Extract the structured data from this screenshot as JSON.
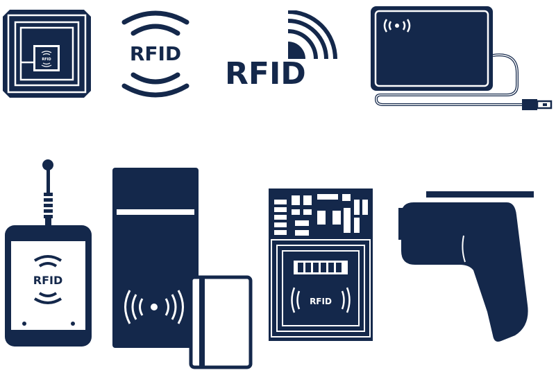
{
  "colors": {
    "navy": "#14284b",
    "background": "#ffffff"
  },
  "icons": {
    "rfid_tag": {
      "name": "rfid-tag-icon",
      "label": "RFID"
    },
    "rfid_symbol": {
      "name": "rfid-symbol-icon",
      "label": "RFID"
    },
    "rfid_logo": {
      "name": "rfid-wave-logo-icon",
      "label": "RFID"
    },
    "usb_reader": {
      "name": "usb-rfid-reader-icon"
    },
    "antenna_reader": {
      "name": "antenna-rfid-reader-icon",
      "label": "RFID"
    },
    "access_terminal": {
      "name": "access-control-terminal-icon"
    },
    "card": {
      "name": "rfid-card-icon"
    },
    "circuit_board": {
      "name": "rfid-circuit-board-icon",
      "label": "RFID"
    },
    "handheld_scanner": {
      "name": "handheld-rfid-scanner-icon"
    }
  }
}
